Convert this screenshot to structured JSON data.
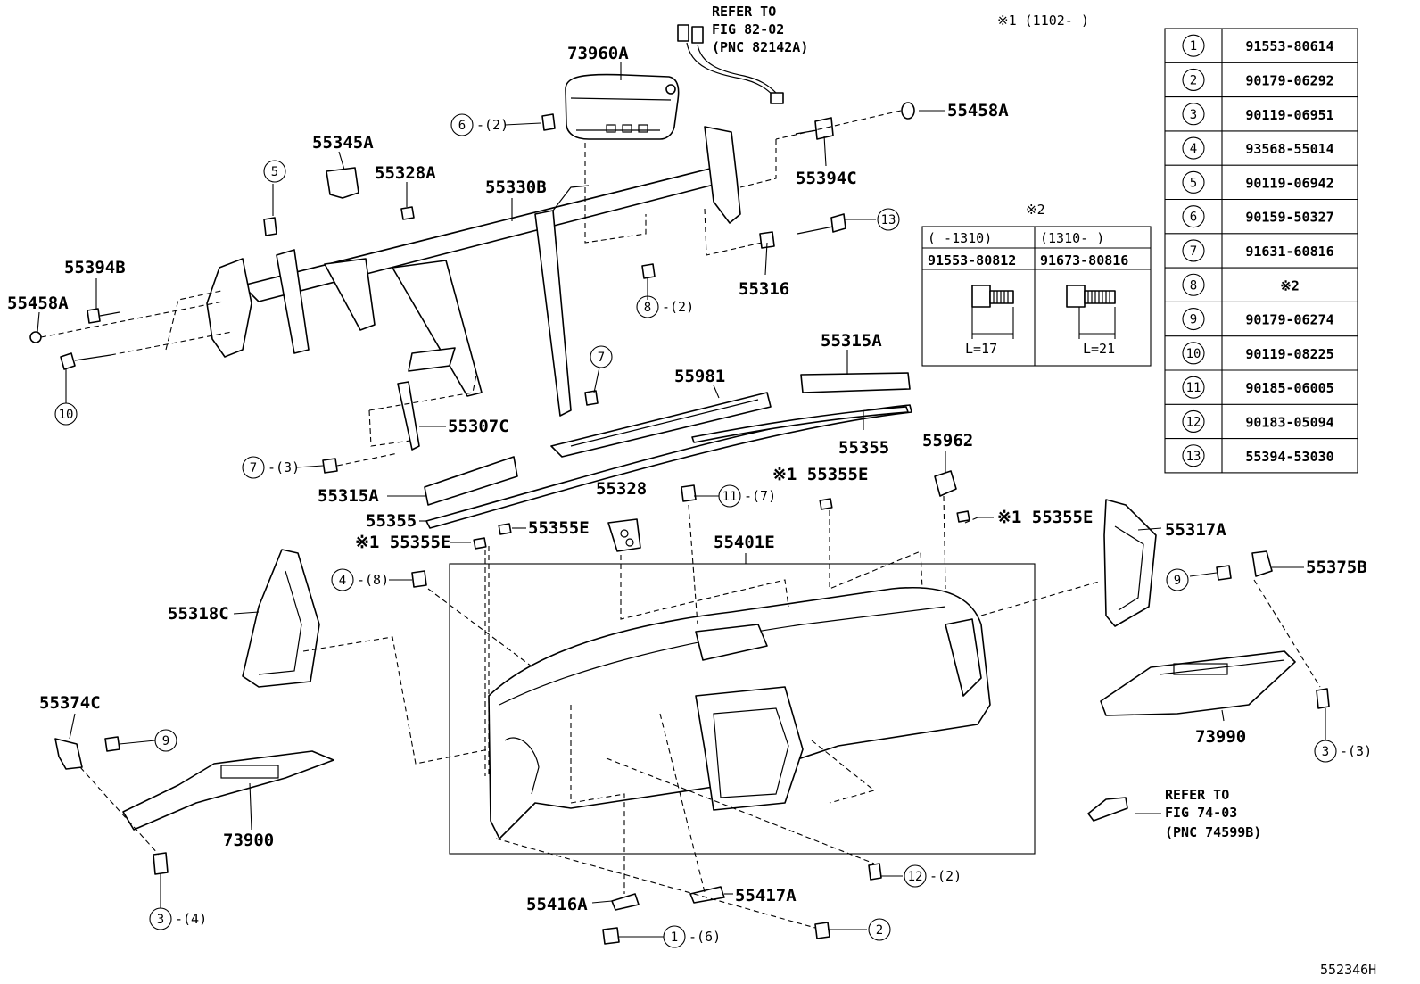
{
  "diagram_id": "552346H",
  "note_1": "※1 (1102-     )",
  "note_2_header": "※2",
  "ref_82": [
    "REFER TO",
    "FIG 82-02",
    "(PNC 82142A)"
  ],
  "ref_74": [
    "REFER TO",
    "FIG 74-03",
    "(PNC 74599B)"
  ],
  "fastener_table": [
    {
      "no": "1",
      "part": "91553-80614"
    },
    {
      "no": "2",
      "part": "90179-06292"
    },
    {
      "no": "3",
      "part": "90119-06951"
    },
    {
      "no": "4",
      "part": "93568-55014"
    },
    {
      "no": "5",
      "part": "90119-06942"
    },
    {
      "no": "6",
      "part": "90159-50327"
    },
    {
      "no": "7",
      "part": "91631-60816"
    },
    {
      "no": "8",
      "part": "※2"
    },
    {
      "no": "9",
      "part": "90179-06274"
    },
    {
      "no": "10",
      "part": "90119-08225"
    },
    {
      "no": "11",
      "part": "90185-06005"
    },
    {
      "no": "12",
      "part": "90183-05094"
    },
    {
      "no": "13",
      "part": "55394-53030"
    }
  ],
  "sub_table": {
    "col1_range": "(      -1310)",
    "col2_range": "(1310-      )",
    "col1_part": "91553-80812",
    "col2_part": "91673-80816",
    "col1_len": "L=17",
    "col2_len": "L=21"
  },
  "part_labels": [
    "73960A",
    "55458A",
    "55394C",
    "55345A",
    "55328A",
    "55330B",
    "55394B",
    "55458A",
    "55316",
    "55315A",
    "55981",
    "55307C",
    "55355",
    "55962",
    "55315A",
    "※1 55355E",
    "55328",
    "55355",
    "55355E",
    "※1 55355E",
    "55401E",
    "※1 55355E",
    "55317A",
    "55375B",
    "55318C",
    "73990",
    "55374C",
    "73900",
    "55416A",
    "55417A"
  ],
  "callouts": [
    {
      "no": "6",
      "qty": "-(2)"
    },
    {
      "no": "5",
      "qty": ""
    },
    {
      "no": "10",
      "qty": ""
    },
    {
      "no": "13",
      "qty": ""
    },
    {
      "no": "8",
      "qty": "-(2)"
    },
    {
      "no": "7",
      "qty": ""
    },
    {
      "no": "7",
      "qty": "-(3)"
    },
    {
      "no": "11",
      "qty": "-(7)"
    },
    {
      "no": "4",
      "qty": "-(8)"
    },
    {
      "no": "9",
      "qty": ""
    },
    {
      "no": "9",
      "qty": ""
    },
    {
      "no": "3",
      "qty": "-(3)"
    },
    {
      "no": "3",
      "qty": "-(4)"
    },
    {
      "no": "12",
      "qty": "-(2)"
    },
    {
      "no": "1",
      "qty": "-(6)"
    },
    {
      "no": "2",
      "qty": ""
    }
  ]
}
